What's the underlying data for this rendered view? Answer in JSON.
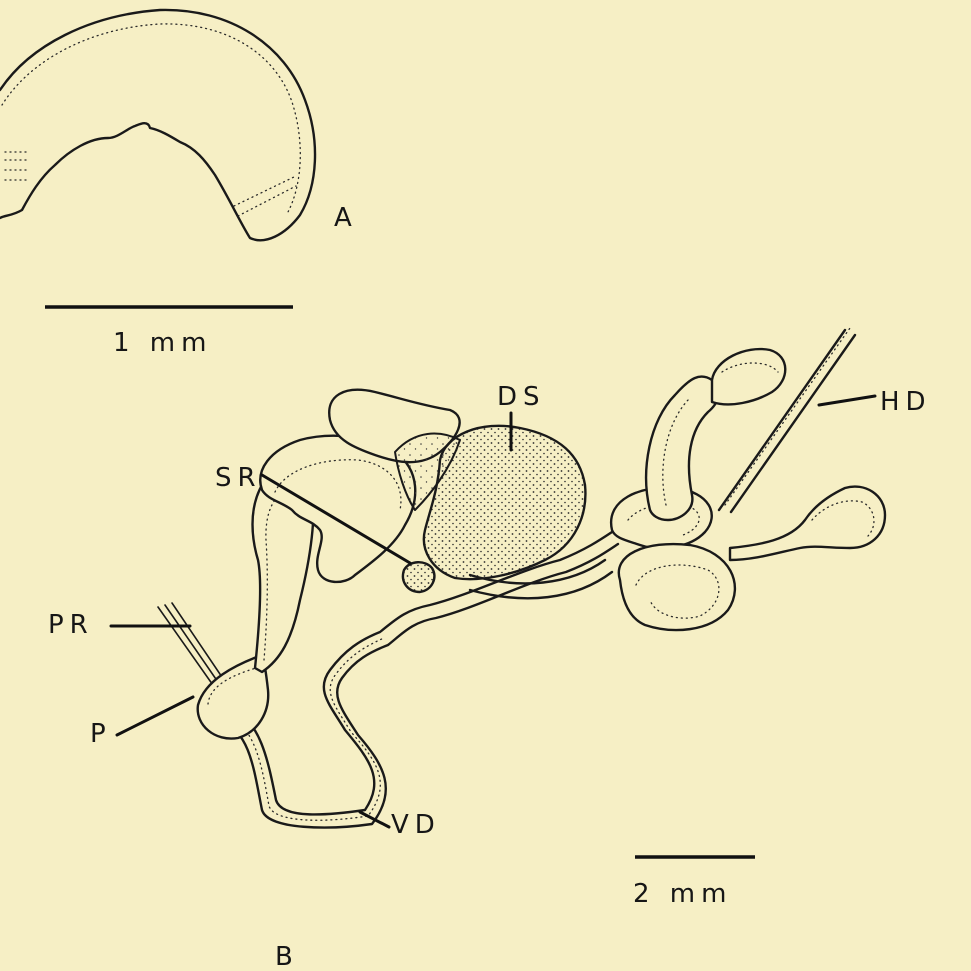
{
  "panel_a": {
    "label": "A",
    "scale_label": "1 mm"
  },
  "panel_b": {
    "label": "B",
    "scale_label": "2 mm",
    "structures": {
      "ds": "DS",
      "sr": "SR",
      "hd": "HD",
      "pr": "PR",
      "p": "P",
      "vd": "VD"
    }
  },
  "colors": {
    "background": "#f6efc5",
    "ink": "#1a1a1a"
  }
}
